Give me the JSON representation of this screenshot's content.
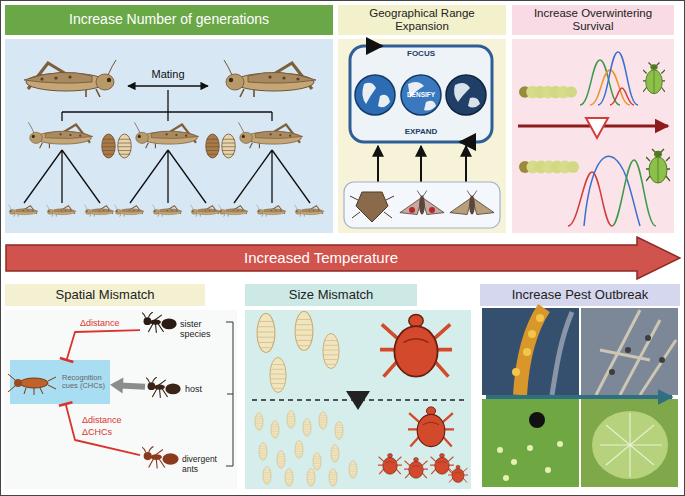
{
  "diagram": {
    "nodes": [
      {
        "text": [
          "Increase Number of generations"
        ]
      },
      {
        "text": [
          "Geographical Range Expansion"
        ]
      },
      {
        "text": [
          "Increase Overwintering Survival"
        ]
      },
      {
        "text": [
          "Increased Temperature"
        ]
      },
      {
        "text": [
          "Spatial Mismatch"
        ]
      },
      {
        "text": [
          "Recognition cues (CHCs)"
        ],
        "in": 4
      },
      {
        "text": [
          "sister species"
        ],
        "in": 4
      },
      {
        "text": [
          "host"
        ],
        "in": 4
      },
      {
        "text": [
          "divergent ants"
        ],
        "in": 4
      },
      {
        "text": [
          "Size Mismatch"
        ]
      },
      {
        "text": [
          "Increase Pest Outbreak"
        ]
      }
    ],
    "edges": [
      {
        "from": 6,
        "to": 5,
        "arrow": "to",
        "label": "Δdistance"
      },
      {
        "from": 7,
        "to": 5,
        "arrow": "to"
      },
      {
        "from": 8,
        "to": 5,
        "arrow": "to",
        "label": "Δdistance"
      }
    ],
    "labels": [
      "Mating",
      "FOCUS",
      "DENSIFY",
      "EXPAND",
      "ΔCHCs"
    ]
  }
}
